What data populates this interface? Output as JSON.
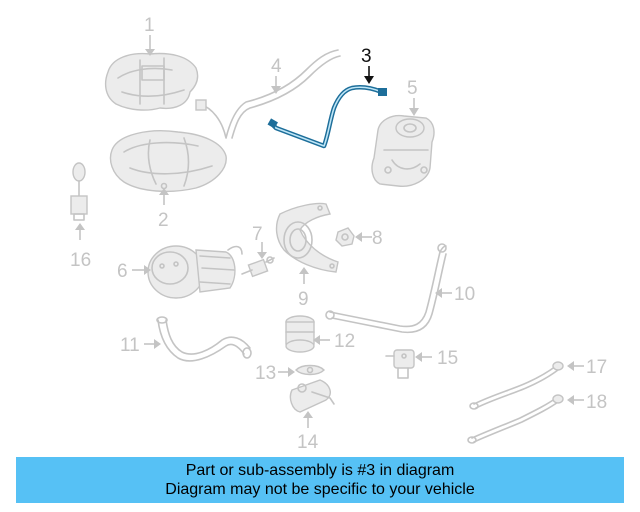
{
  "diagram": {
    "highlighted_part": "3",
    "part_labels": {
      "p1": "1",
      "p2": "2",
      "p3": "3",
      "p4": "4",
      "p5": "5",
      "p6": "6",
      "p7": "7",
      "p8": "8",
      "p9": "9",
      "p10": "10",
      "p11": "11",
      "p12": "12",
      "p13": "13",
      "p14": "14",
      "p15": "15",
      "p16": "16",
      "p17": "17",
      "p18": "18"
    },
    "colors": {
      "highlight_hose": "#1d6e9a",
      "banner_background": "#56c1f5",
      "dim_parts": "#c4c4c4"
    }
  },
  "banner": {
    "line1": "Part or sub-assembly is #3 in diagram",
    "line2": "Diagram may not be specific to your vehicle"
  }
}
